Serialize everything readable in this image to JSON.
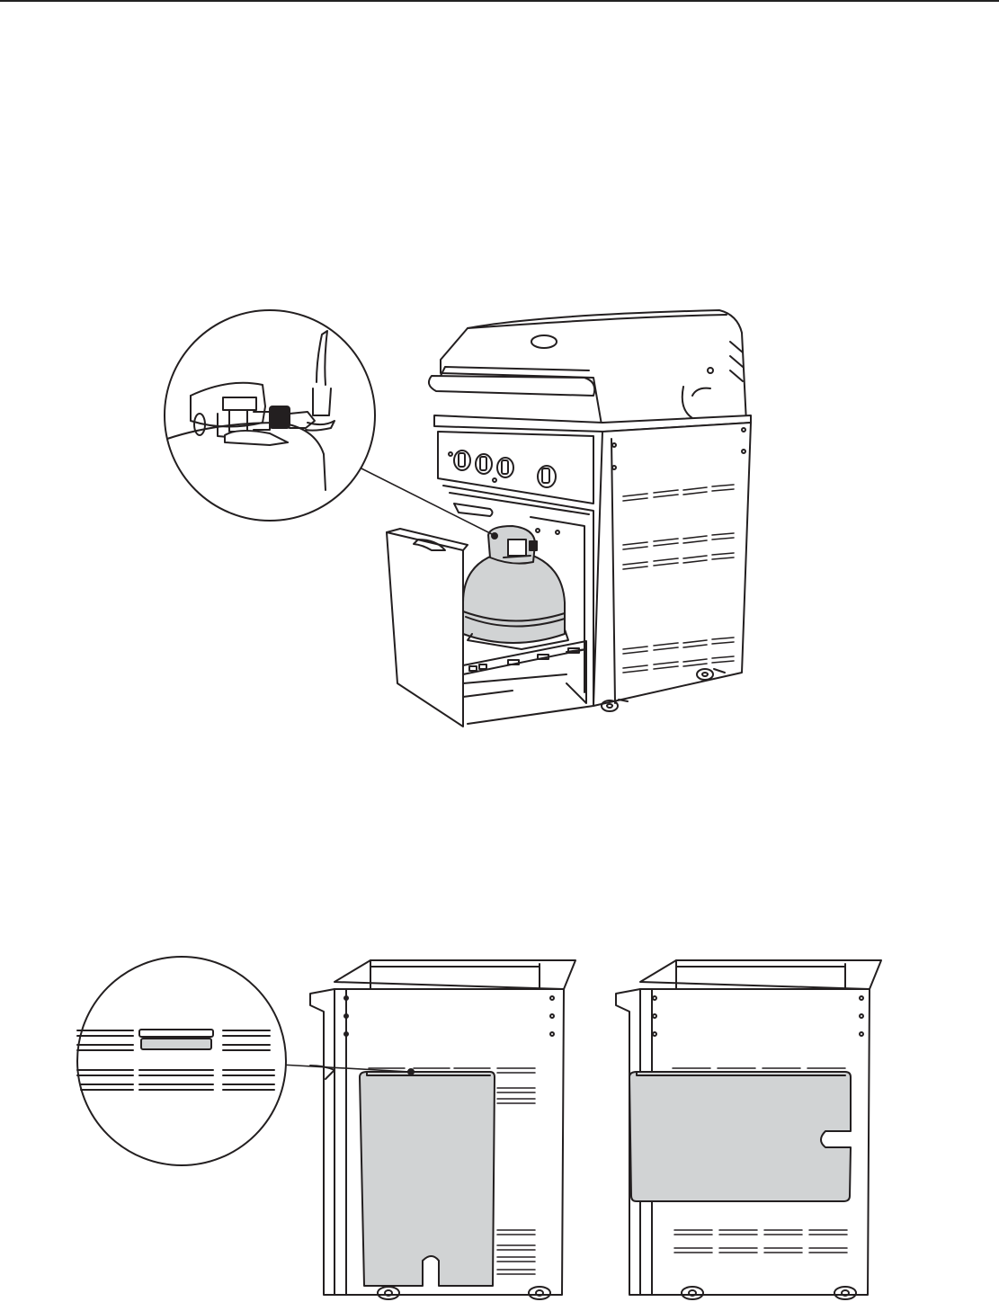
{
  "document": {
    "figures": [
      {
        "name": "grill-with-propane-tank"
      },
      {
        "name": "cart-with-heat-shield-vertical"
      },
      {
        "name": "cart-with-heat-shield-horizontal"
      }
    ]
  },
  "colors": {
    "line": "#231f20",
    "fill_gray": "#d1d3d4",
    "background": "#ffffff"
  }
}
